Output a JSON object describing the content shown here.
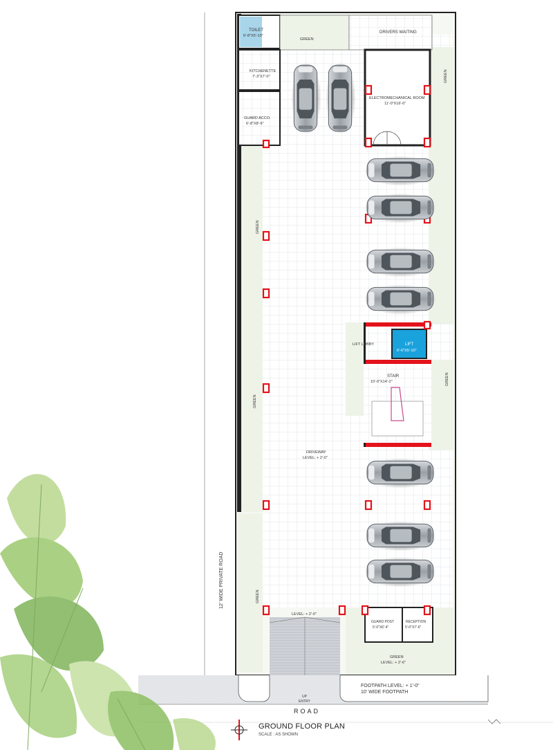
{
  "colors": {
    "wall": "#222222",
    "column": "#e3131b",
    "green_zone": "#eef3e8",
    "tile_grid": "#d9dde3",
    "lift": "#1aa2dc",
    "toilet": "#a9d5ea",
    "leaf": "#7fb45a"
  },
  "icons": {
    "car": "car-icon",
    "north": "north-arrow-icon",
    "leaves": "leaf-decoration-icon"
  },
  "rooms": {
    "toilet": "TOILET",
    "toilet_size": "6'-8\"X5'-10\"",
    "green_top": "GREEN",
    "drivers_waiting": "DRIVERS WAITING",
    "kitchenette": "KITCHENETTE",
    "kitchenette_size": "7'-3\"X7'-0\"",
    "electromechanical": "ELECTROMECHANICAL ROOM",
    "electromechanical_size": "11'-0\"X16'-0\"",
    "guard_acco": "GUARD ACCO.",
    "guard_acco_size": "6'-8\"X8'-9\"",
    "green_right_top": "GREEN",
    "green_left_top": "GREEN",
    "lift_lobby": "LIFT LOBBY",
    "lift": "LIFT",
    "lift_size": "6'-6\"X5'-10\"",
    "stair": "STAIR",
    "stair_size": "10'-0\"X14'-2\"",
    "green_right_mid": "GREEN",
    "green_left_mid": "GREEN",
    "driveway": "DRIVEWAY",
    "driveway_level": "LEVEL: + 2'-0\"",
    "green_left_bottom": "GREEN",
    "entry_level": "LEVEL: + 2'-0\"",
    "guard_post": "GUARD POST",
    "guard_post_size": "5'-0\"X6'-4\"",
    "reception": "RECEPTION",
    "reception_size": "5'-0\"X7'-6\"",
    "green_bottom": "GREEN",
    "green_bottom_level": "LEVEL: + 2'-6\""
  },
  "road_labels": {
    "private_road": "12' WIDE PRIVATE ROAD",
    "footpath_level": "FOOTPATH LEVEL: + 1'-0\"",
    "footpath_width": "10' WIDE FOOTPATH",
    "up": "UP",
    "entry": "ENTRY",
    "road": "ROAD"
  },
  "plan_title": "GROUND FLOOR PLAN",
  "plan_scale": "SCALE : AS SHOWN"
}
